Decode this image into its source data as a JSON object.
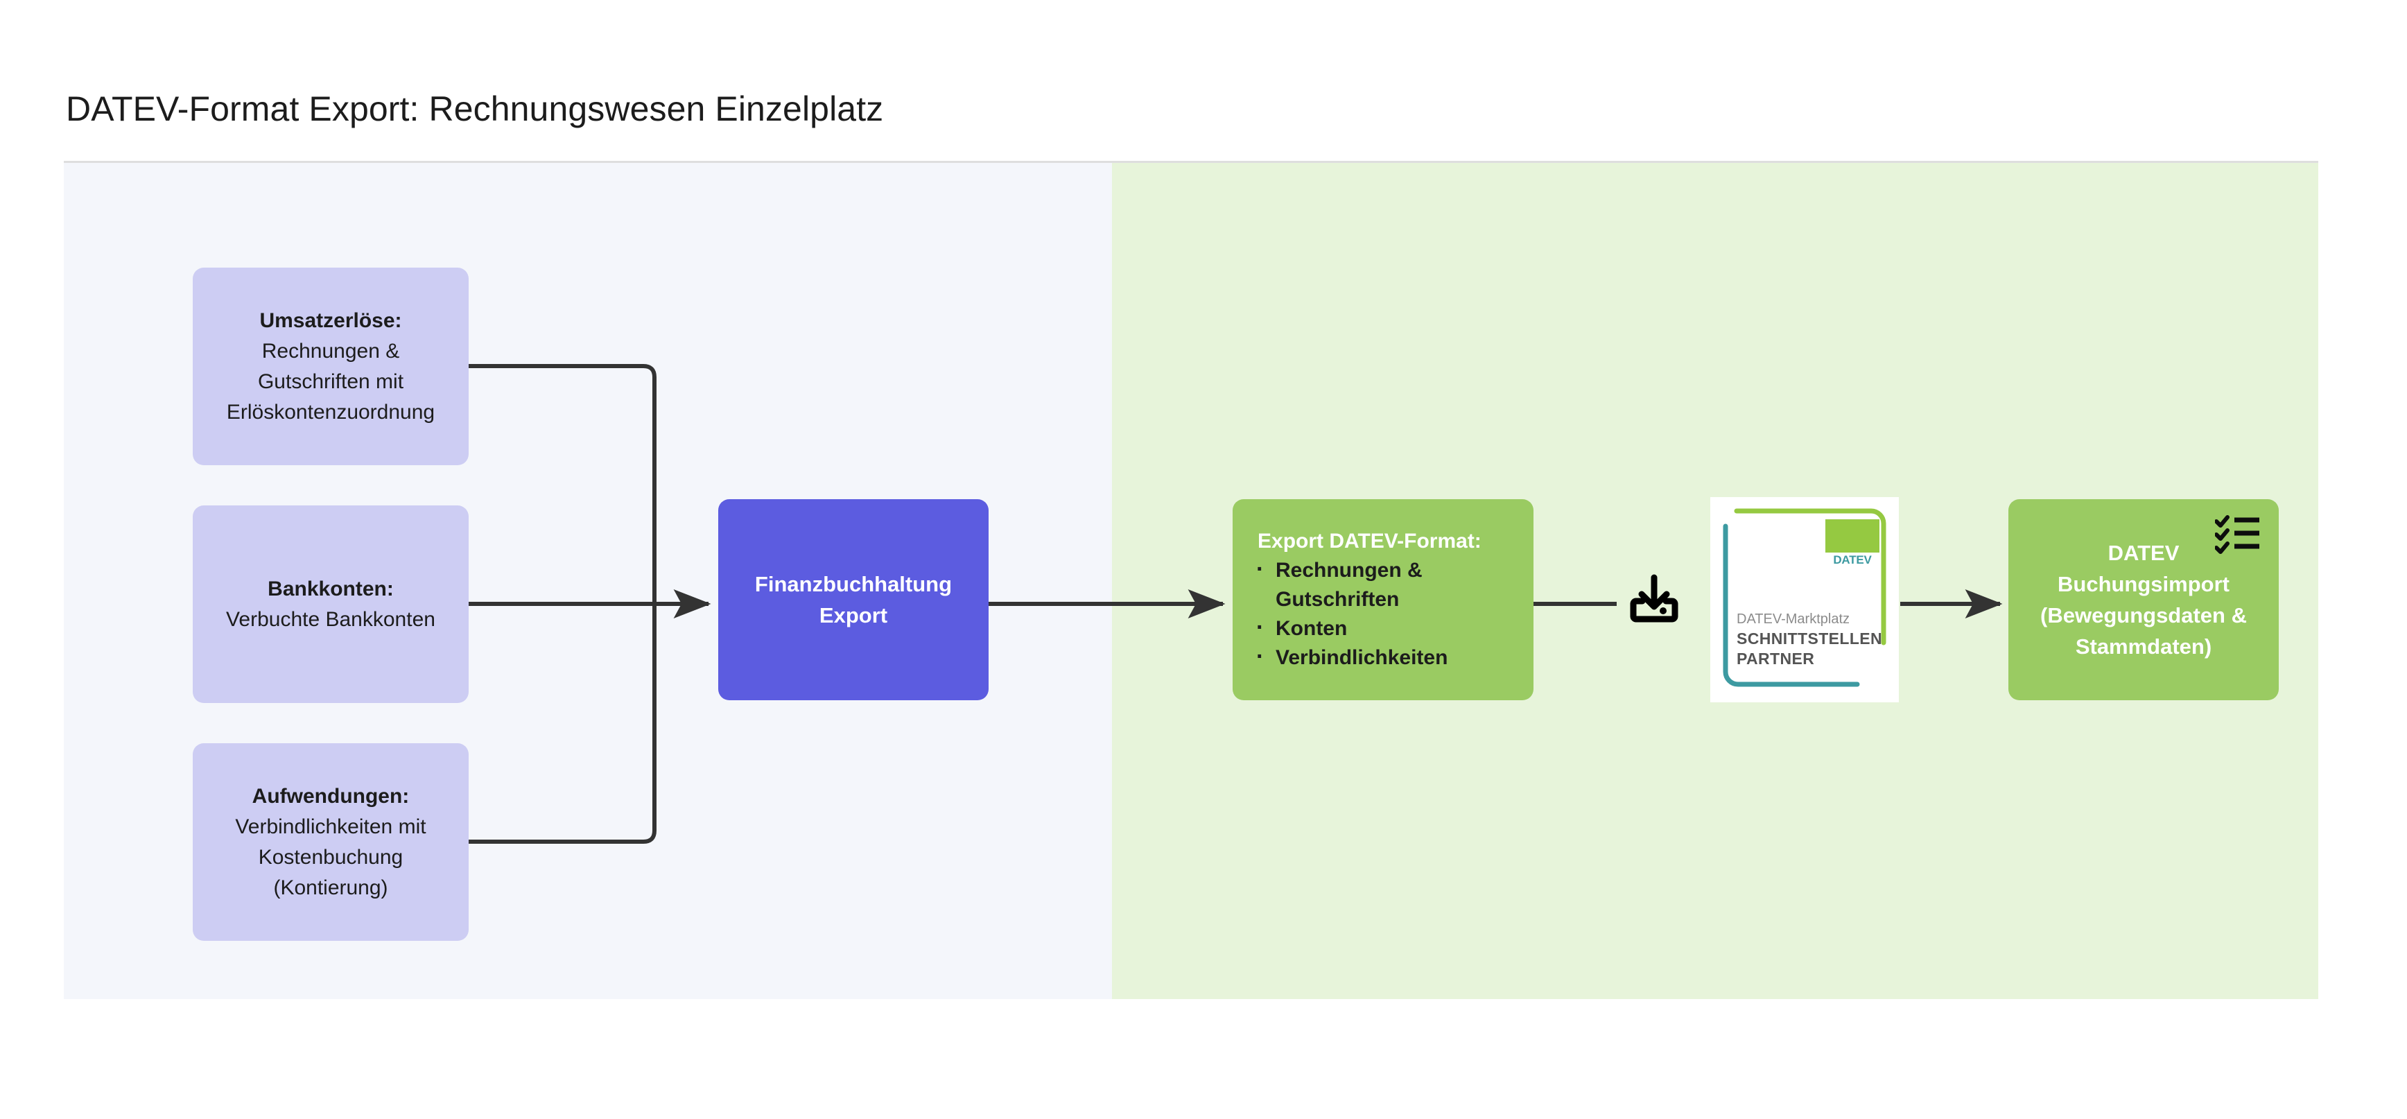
{
  "page": {
    "title": "DATEV-Format Export: Rechnungswesen Einzelplatz"
  },
  "lanes": [
    {
      "id": "source",
      "background": "#f4f6fb"
    },
    {
      "id": "datev",
      "background": "#e7f4da"
    }
  ],
  "colors": {
    "source_node": "#cdcdf3",
    "process_node": "#5c5ce0",
    "datev_green": "#9acb62",
    "datev_logo_green": "#95c941",
    "datev_logo_teal": "#3d9aa1",
    "connector": "#333333",
    "title_text": "#1c1c1c"
  },
  "sources": [
    {
      "title": "Umsatzerlöse:",
      "lines": [
        "Rechnungen &",
        "Gutschriften mit",
        "Erlöskontenzuordnung"
      ]
    },
    {
      "title": "Bankkonten:",
      "lines": [
        "Verbuchte Bankkonten"
      ]
    },
    {
      "title": "Aufwendungen:",
      "lines": [
        "Verbindlichkeiten mit",
        "Kostenbuchung",
        "(Kontierung)"
      ]
    }
  ],
  "process": {
    "line1": "Finanzbuchhaltung",
    "line2": "Export"
  },
  "export_node": {
    "heading": "Export DATEV-Format:",
    "items": [
      "Rechnungen & Gutschriften",
      "Konten",
      "Verbindlichkeiten"
    ]
  },
  "datev_card": {
    "logo_word": "DATEV",
    "marktplatz": "DATEV-Marktplatz",
    "schnittstellen": "SCHNITTSTELLEN",
    "partner": "PARTNER"
  },
  "import_node": {
    "line1": "DATEV",
    "line2": "Buchungsimport",
    "line3": "(Bewegungsdaten &",
    "line4": "Stammdaten)"
  },
  "icons": {
    "download": "download-tray-icon",
    "checklist": "checklist-icon"
  }
}
